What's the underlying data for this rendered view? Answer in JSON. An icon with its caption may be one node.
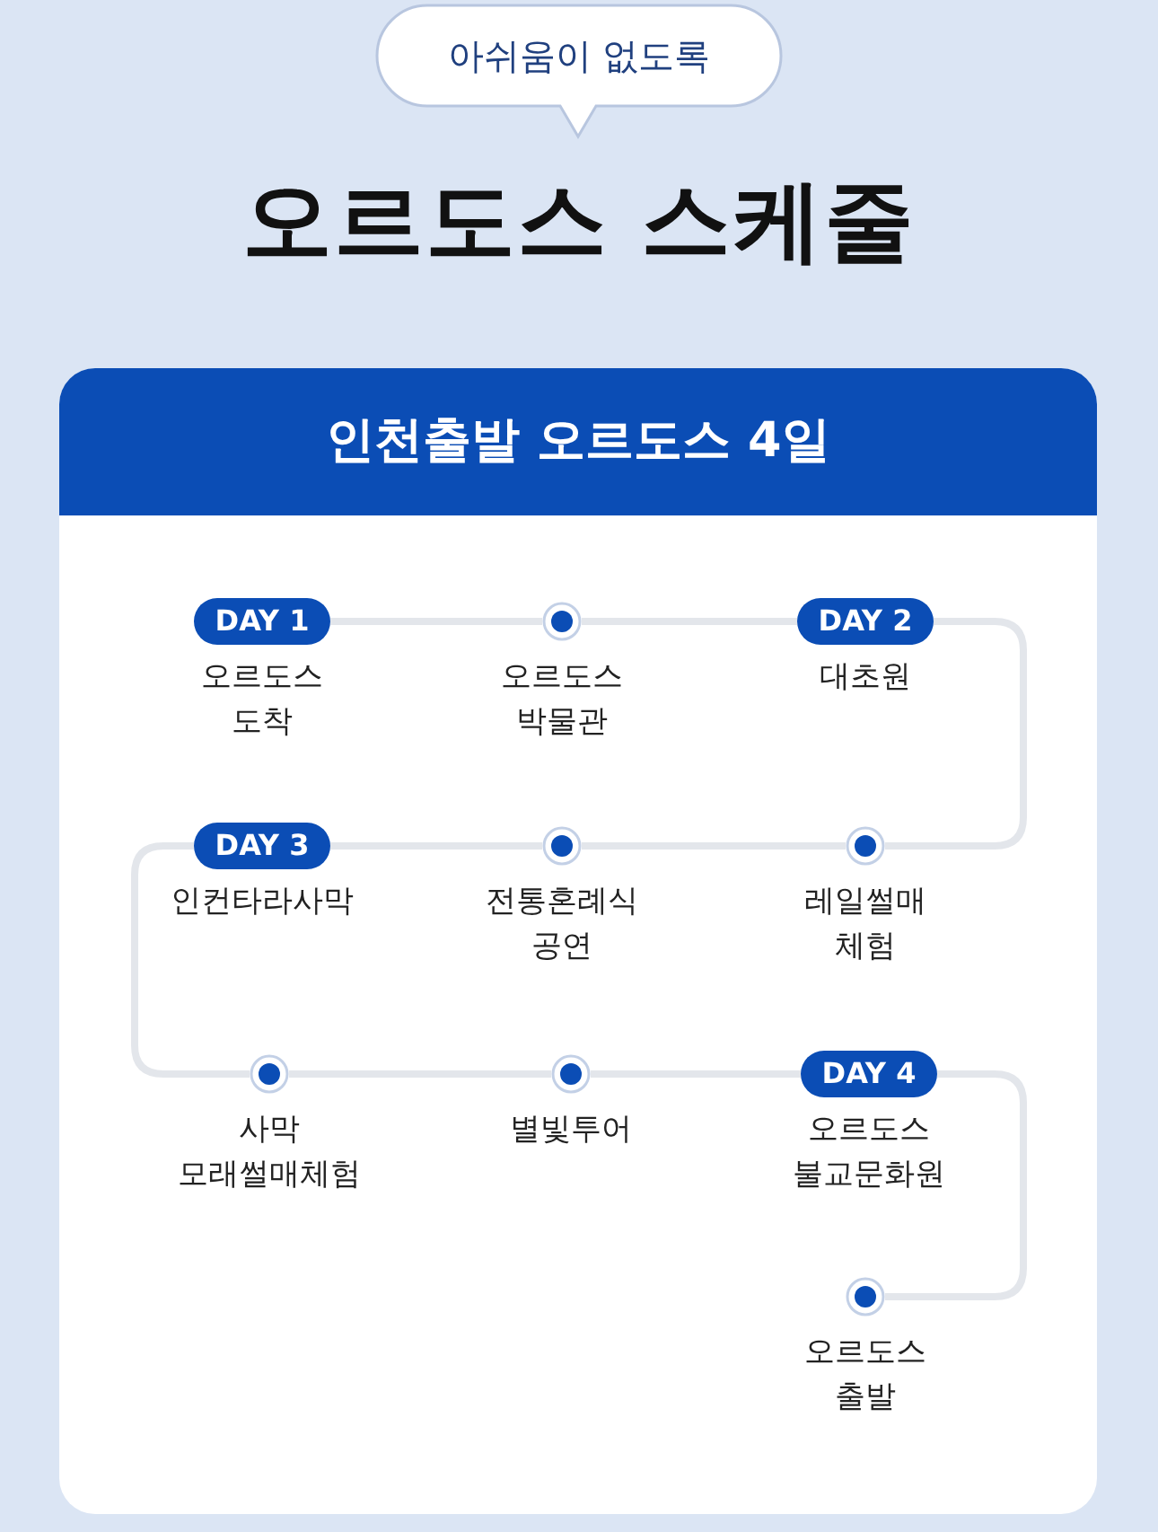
{
  "diagram": {
    "title": "오르도스 스케줄",
    "nodes": [
      {
        "text": [
          "아쉬움이 없도록"
        ]
      },
      {
        "text": [
          "인천출발 오르도스 4일"
        ]
      },
      {
        "text": [
          "DAY 1",
          "오르도스 도착"
        ],
        "in": 1
      },
      {
        "text": [
          "오르도스 박물관"
        ],
        "in": 1
      },
      {
        "text": [
          "DAY 2",
          "대초원"
        ],
        "in": 1
      },
      {
        "text": [
          "DAY 3",
          "인컨타라사막"
        ],
        "in": 1
      },
      {
        "text": [
          "전통혼례식 공연"
        ],
        "in": 1
      },
      {
        "text": [
          "레일썰매 체험"
        ],
        "in": 1
      },
      {
        "text": [
          "사막 모래썰매체험"
        ],
        "in": 1
      },
      {
        "text": [
          "별빛투어"
        ],
        "in": 1
      },
      {
        "text": [
          "DAY 4",
          "오르도스 불교문화원"
        ],
        "in": 1
      },
      {
        "text": [
          "오르도스 출발"
        ],
        "in": 1
      }
    ],
    "edges": [
      {
        "from": 2,
        "to": 3,
        "arrow": "none"
      },
      {
        "from": 3,
        "to": 4,
        "arrow": "none"
      },
      {
        "from": 4,
        "to": 7,
        "arrow": "none"
      },
      {
        "from": 7,
        "to": 6,
        "arrow": "none"
      },
      {
        "from": 6,
        "to": 5,
        "arrow": "none"
      },
      {
        "from": 5,
        "to": 8,
        "arrow": "none"
      },
      {
        "from": 8,
        "to": 9,
        "arrow": "none"
      },
      {
        "from": 9,
        "to": 10,
        "arrow": "none"
      },
      {
        "from": 10,
        "to": 11,
        "arrow": "none"
      }
    ]
  }
}
